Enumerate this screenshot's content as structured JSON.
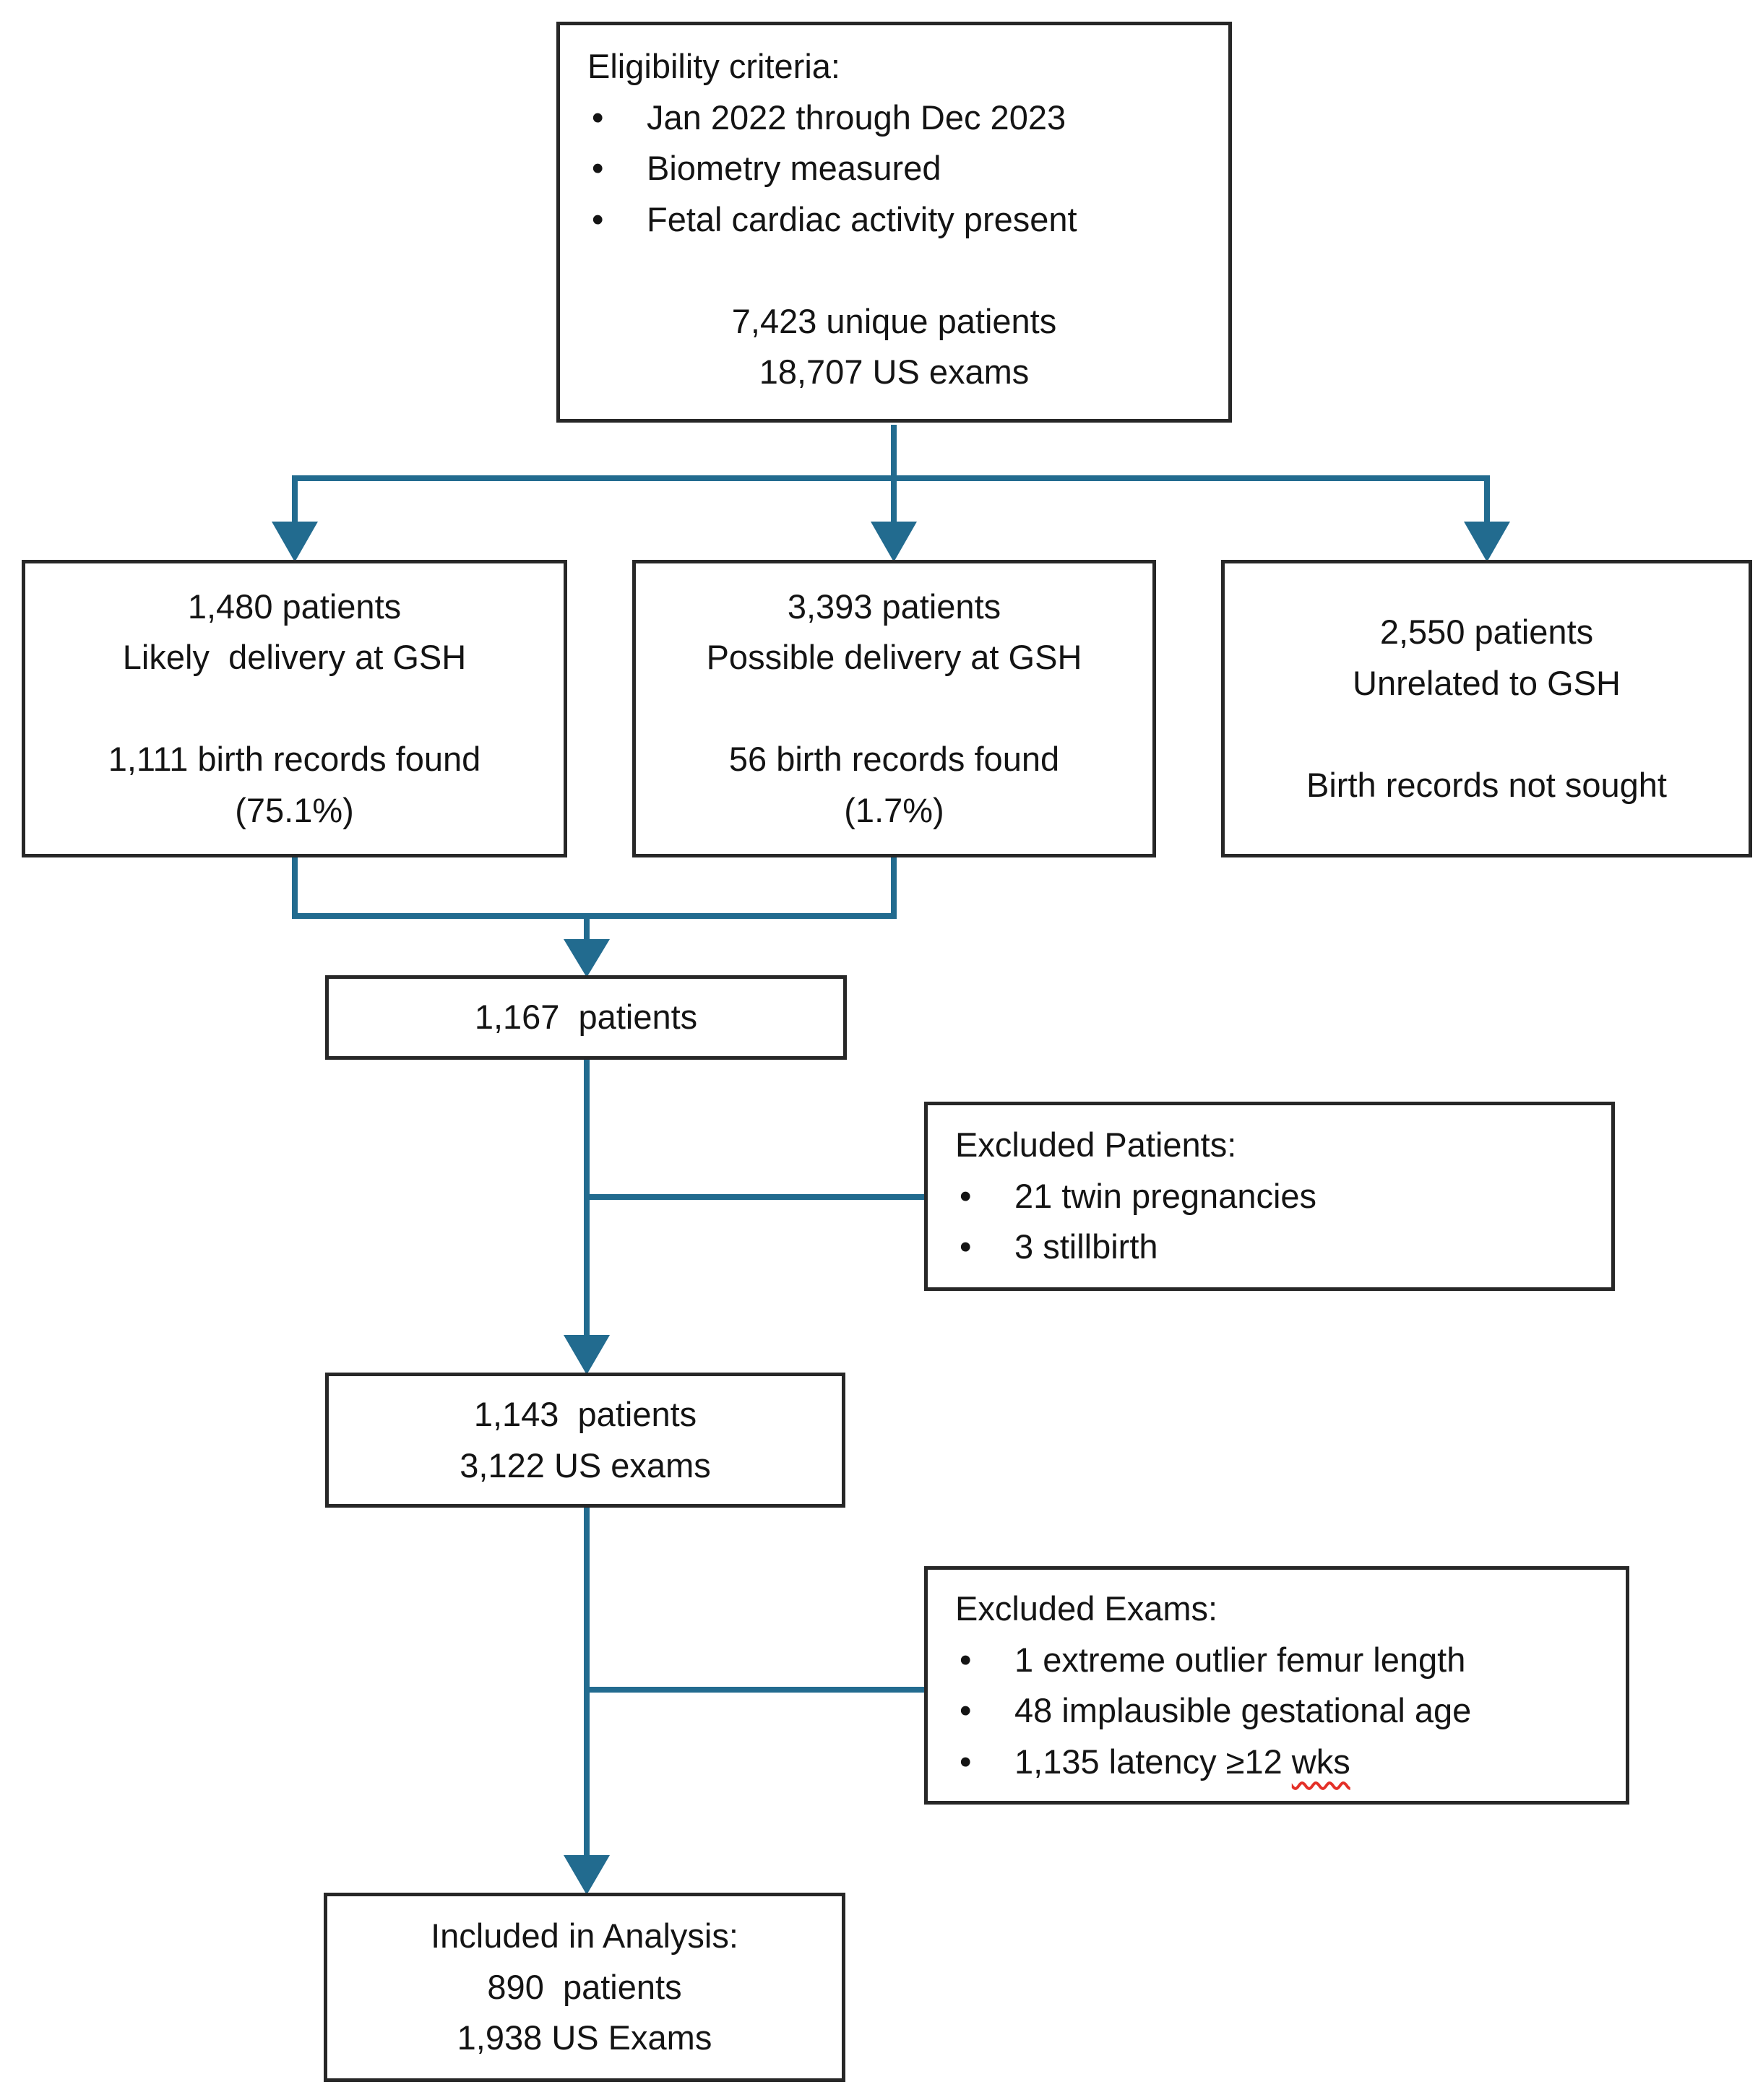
{
  "figure": {
    "kind": "patient-flow-diagram",
    "bullet_char": "•",
    "colors": {
      "connector": "#226b8f",
      "box_border": "#272727",
      "text": "#141414",
      "background": "#ffffff",
      "squiggle_red": "#e43028"
    },
    "eligibility": {
      "title": "Eligibility criteria:",
      "bullets": [
        "Jan 2022 through Dec 2023",
        "Biometry measured",
        "Fetal cardiac activity present"
      ],
      "stats": [
        "7,423 unique patients",
        "18,707 US exams"
      ]
    },
    "likely": {
      "lines": [
        "1,480 patients",
        "Likely  delivery at GSH",
        "",
        "1,111 birth records found",
        "(75.1%)"
      ]
    },
    "possible": {
      "lines": [
        "3,393 patients",
        "Possible delivery at GSH",
        "",
        "56 birth records found",
        "(1.7%)"
      ]
    },
    "unrelated": {
      "lines": [
        "2,550 patients",
        "Unrelated to GSH",
        "",
        "Birth records not sought"
      ]
    },
    "merged": {
      "lines": [
        "1,167  patients"
      ]
    },
    "excluded_patients": {
      "title": "Excluded Patients:",
      "bullets": [
        "21 twin pregnancies",
        "3 stillbirth"
      ]
    },
    "after_patient_exclusions": {
      "lines": [
        "1,143  patients",
        "3,122 US exams"
      ]
    },
    "excluded_exams": {
      "title": "Excluded Exams:",
      "bullets": [
        "1 extreme outlier femur length",
        "48 implausible gestational age"
      ],
      "latency_prefix": "1,135 latency ≥12 ",
      "latency_wavy": "wks"
    },
    "included": {
      "lines": [
        "Included in Analysis:",
        "890  patients",
        "1,938 US Exams"
      ]
    }
  }
}
